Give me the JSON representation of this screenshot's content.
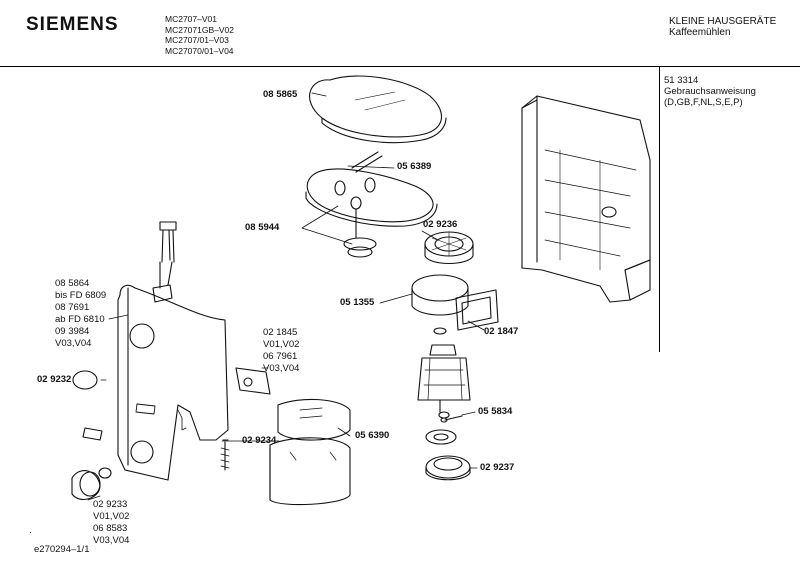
{
  "header": {
    "brand": "SIEMENS",
    "models": [
      "MC2707–V01",
      "MC27071GB–V02",
      "MC2707/01–V03",
      "MC27070/01–V04"
    ],
    "category": "KLEINE HAUSGERÄTE",
    "subcategory": "Kaffeemühlen"
  },
  "side_note": {
    "lines": [
      "51 3314",
      "Gebrauchsanweisung",
      "(D,GB,F,NL,S,E,P)"
    ]
  },
  "parts": {
    "p085865": "08 5865",
    "p056389": "05 6389",
    "p085944": "08 5944",
    "p029236": "02 9236",
    "p051355": "05 1355",
    "p021847": "02 1847",
    "p055834": "05 5834",
    "p029237": "02 9237",
    "p056390": "05 6390",
    "p029234": "02 9234",
    "p029232": "02 9232"
  },
  "stacks": {
    "left_housing": [
      "08 5864",
      "bis FD 6809",
      "08 7691",
      "ab FD 6810",
      "09 3984",
      "V03,V04"
    ],
    "switch": [
      "02 1845",
      "V01,V02",
      "06 7961",
      "V03,V04"
    ],
    "knob": [
      "02 9233",
      "V01,V02",
      "06 8583",
      "V03,V04"
    ]
  },
  "footer": {
    "dot": "·",
    "drawing_id": "e270294–1/1"
  }
}
